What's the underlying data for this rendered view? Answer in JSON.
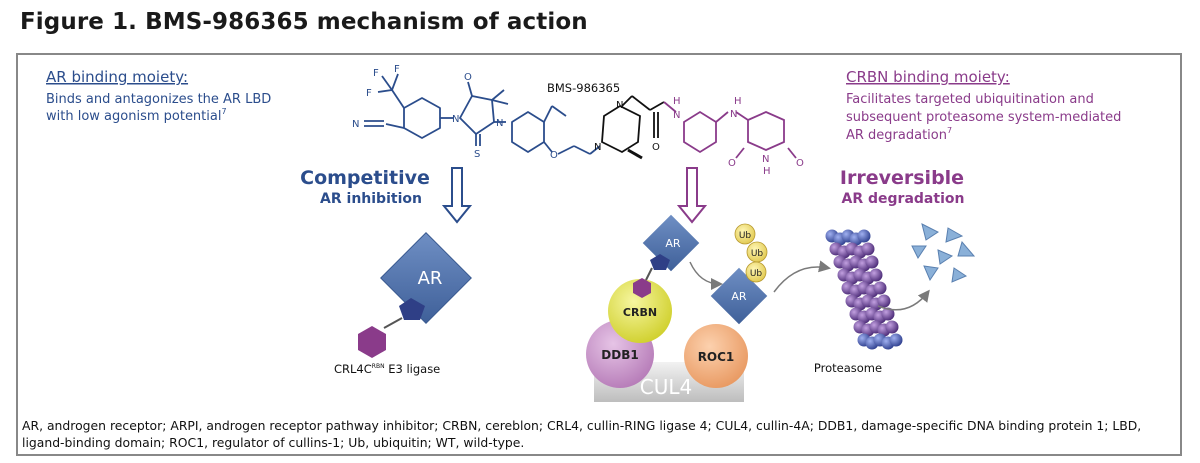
{
  "figure_title": "Figure 1. BMS-986365 mechanism of action",
  "compound_label": "BMS-986365",
  "ar_binding": {
    "heading": "AR binding moiety:",
    "line1": "Binds and antagonizes the AR LBD",
    "line2": "with low agonism potential",
    "sup": "7"
  },
  "crbn_binding": {
    "heading": "CRBN binding moiety:",
    "line1": "Facilitates targeted ubiquitination and",
    "line2": "subsequent proteasome system-mediated",
    "line3": "AR degradation",
    "sup": "7"
  },
  "competitive": {
    "title": "Competitive",
    "subtitle": "AR inhibition"
  },
  "irreversible": {
    "title": "Irreversible",
    "subtitle": "AR degradation"
  },
  "labels": {
    "ar": "AR",
    "ub": "Ub",
    "crbn": "CRBN",
    "ddb1": "DDB1",
    "roc1": "ROC1",
    "cul4": "CUL4",
    "proteasome": "Proteasome",
    "crl4_prefix": "CRL4C",
    "crl4_sup": "RBN",
    "crl4_suffix": " E3 ligase"
  },
  "atoms": {
    "F": "F",
    "N": "N",
    "O": "O",
    "S": "S",
    "H": "H"
  },
  "colors": {
    "ar_blue": "#4a6ea6",
    "heading_blue": "#2b4d8c",
    "crbn_purple": "#8a3b8a",
    "crbn_yellow": "#e0e040",
    "ddb1_pink": "#c58cc6",
    "roc1_orange": "#f0a670",
    "proteasome": "#6a3a8c"
  },
  "caption": "AR, androgen receptor; ARPI, androgen receptor pathway inhibitor; CRBN, cereblon; CRL4, cullin-RING ligase 4; CUL4, cullin-4A; DDB1, damage-specific DNA binding protein 1; LBD, ligand-binding domain; ROC1, regulator of cullins-1; Ub, ubiquitin; WT, wild-type."
}
